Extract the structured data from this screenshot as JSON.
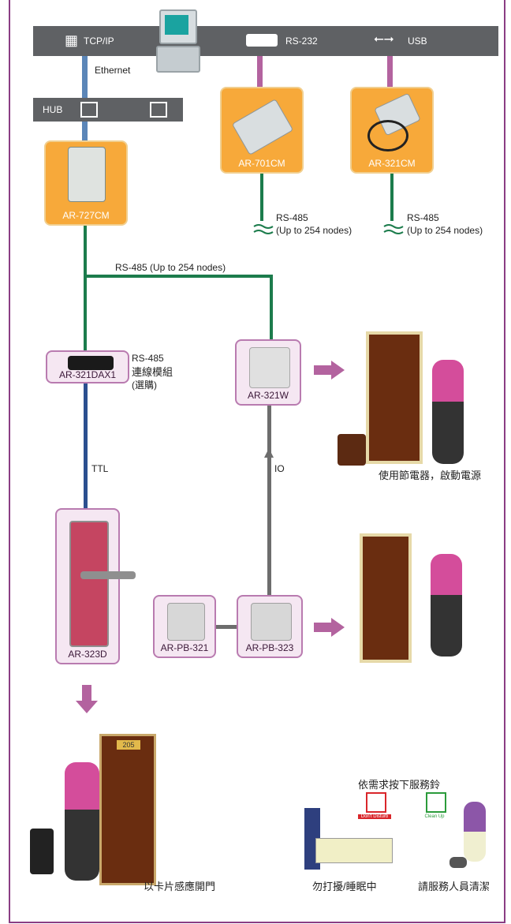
{
  "top_bar": {
    "tcpip": "TCP/IP",
    "rs232": "RS-232",
    "usb": "USB"
  },
  "ethernet": "Ethernet",
  "hub": {
    "label": "HUB"
  },
  "devices": {
    "ar727cm": "AR-727CM",
    "ar701cm": "AR-701CM",
    "ar321cm": "AR-321CM",
    "ar321dax1": "AR-321DAX1",
    "ar321w": "AR-321W",
    "ar323d": "AR-323D",
    "arpb321": "AR-PB-321",
    "arpb323": "AR-PB-323"
  },
  "links": {
    "rs485_a_line1": "RS-485",
    "rs485_a_line2": "(Up to 254 nodes)",
    "rs485_b_line1": "RS-485",
    "rs485_b_line2": "(Up to 254 nodes)",
    "rs485_main": "RS-485 (Up to 254 nodes)",
    "rs485_module_line1": "RS-485",
    "rs485_module_line2": "連線模組",
    "rs485_module_line3": "(選購)",
    "ttl": "TTL",
    "io": "IO"
  },
  "captions": {
    "power_saver": "使用節電器，啟動電源",
    "card_open": "以卡片感應開門",
    "service_bell": "依需求按下服務鈴",
    "dnd": "勿打擾/睡眠中",
    "cleanup": "請服務人員清潔",
    "dnd_sign": "Don't Disturb",
    "clean_sign": "Clean Up",
    "room_no": "205"
  },
  "colors": {
    "bar": "#5f6164",
    "ethernet_line": "#5b86b8",
    "serial_line": "#b3639f",
    "rs485_line": "#1c7c4c",
    "ttl_line": "#2b4f8f",
    "io_line": "#6d6d6d",
    "frame": "#8a3d84",
    "orange": "#f7a93a"
  }
}
